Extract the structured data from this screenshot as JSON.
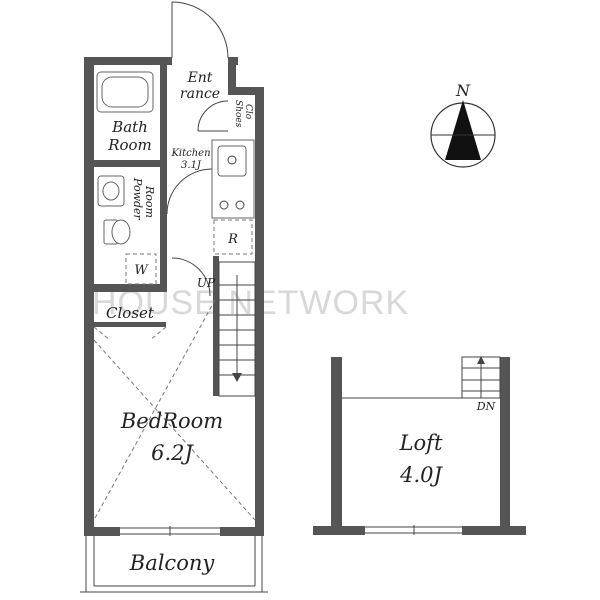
{
  "watermark": "HOUSE NETWORK",
  "compass": {
    "label": "N",
    "icon": "north-arrow-icon"
  },
  "rooms": {
    "entrance": {
      "line1": "Ent",
      "line2": "rance"
    },
    "shoes": {
      "line1": "Shoes",
      "line2": "Clo"
    },
    "bath": {
      "line1": "Bath",
      "line2": "Room"
    },
    "kitchen": {
      "name": "Kitchen",
      "size": "3.1J"
    },
    "powder": {
      "line1": "Powder",
      "line2": "Room"
    },
    "refrigerator": "R",
    "washer": "W",
    "stairs_up": "UP",
    "closet": "Closet",
    "bedroom": {
      "name": "BedRoom",
      "size": "6.2J"
    },
    "balcony": "Balcony",
    "loft": {
      "name": "Loft",
      "size": "4.0J"
    },
    "stairs_down": "DN"
  },
  "colors": {
    "wall": "#555555",
    "line": "#444444",
    "compass_fill": "#111111"
  }
}
